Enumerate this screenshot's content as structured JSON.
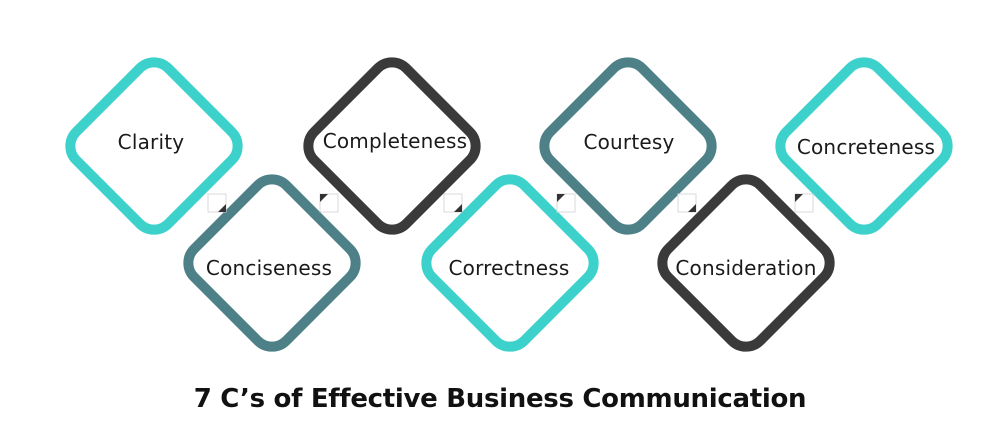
{
  "title": "7 C’s of Effective Business Communication",
  "colors": {
    "teal": "#3cd1cb",
    "slate": "#4e8087",
    "charcoal": "#3a3a3a",
    "ear_dark": "#333333"
  },
  "items": [
    {
      "label": "Clarity",
      "color": "#3cd1cb"
    },
    {
      "label": "Conciseness",
      "color": "#4e8087"
    },
    {
      "label": "Completeness",
      "color": "#3a3a3a"
    },
    {
      "label": "Correctness",
      "color": "#3cd1cb"
    },
    {
      "label": "Courtesy",
      "color": "#4e8087"
    },
    {
      "label": "Consideration",
      "color": "#3a3a3a"
    },
    {
      "label": "Concreteness",
      "color": "#3cd1cb"
    }
  ]
}
